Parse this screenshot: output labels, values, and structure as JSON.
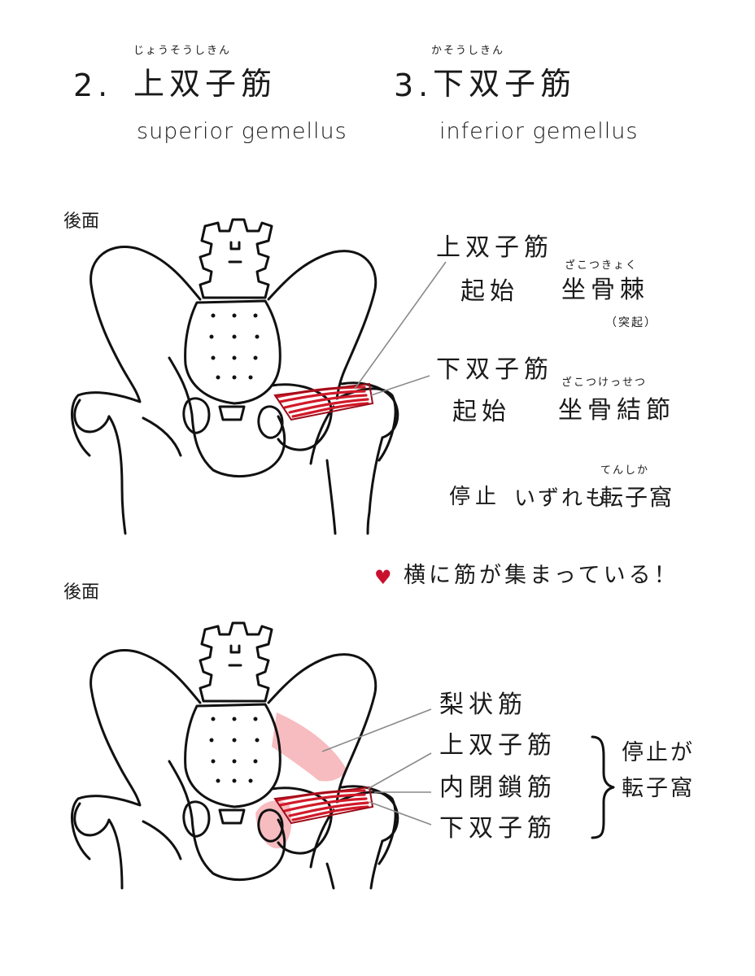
{
  "heading": {
    "item2": {
      "number": "2.",
      "reading": "じょうそうしきん",
      "name": "上双子筋",
      "latin": "superior gemellus"
    },
    "item3": {
      "number": "3.",
      "reading": "かそうしきん",
      "name": "下双子筋",
      "latin": "inferior gemellus"
    }
  },
  "figure1": {
    "view_label": "後面",
    "superior": {
      "name": "上双子筋",
      "origin_label": "起始",
      "origin_reading": "ざこつきょく",
      "origin": "坐骨棘",
      "origin_note": "（突起）"
    },
    "inferior": {
      "name": "下双子筋",
      "origin_label": "起始",
      "origin_reading": "ざこつけっせつ",
      "origin": "坐骨結節"
    },
    "insertion": {
      "label": "停止",
      "text": "いずれも",
      "reading": "てんしか",
      "place": "転子窩"
    }
  },
  "note": {
    "text": "横に筋が集まっている！"
  },
  "figure2": {
    "view_label": "後面",
    "labels": [
      "梨状筋",
      "上双子筋",
      "内閉鎖筋",
      "下双子筋"
    ],
    "insertion_group": {
      "line1": "停止が",
      "line2": "転子窩"
    }
  },
  "colors": {
    "muscle": "#d11a2a",
    "muscle_dark": "#9b0c18",
    "muscle_light": "#f4a6ab",
    "line": "#111111",
    "leader": "#8a8a8a"
  }
}
